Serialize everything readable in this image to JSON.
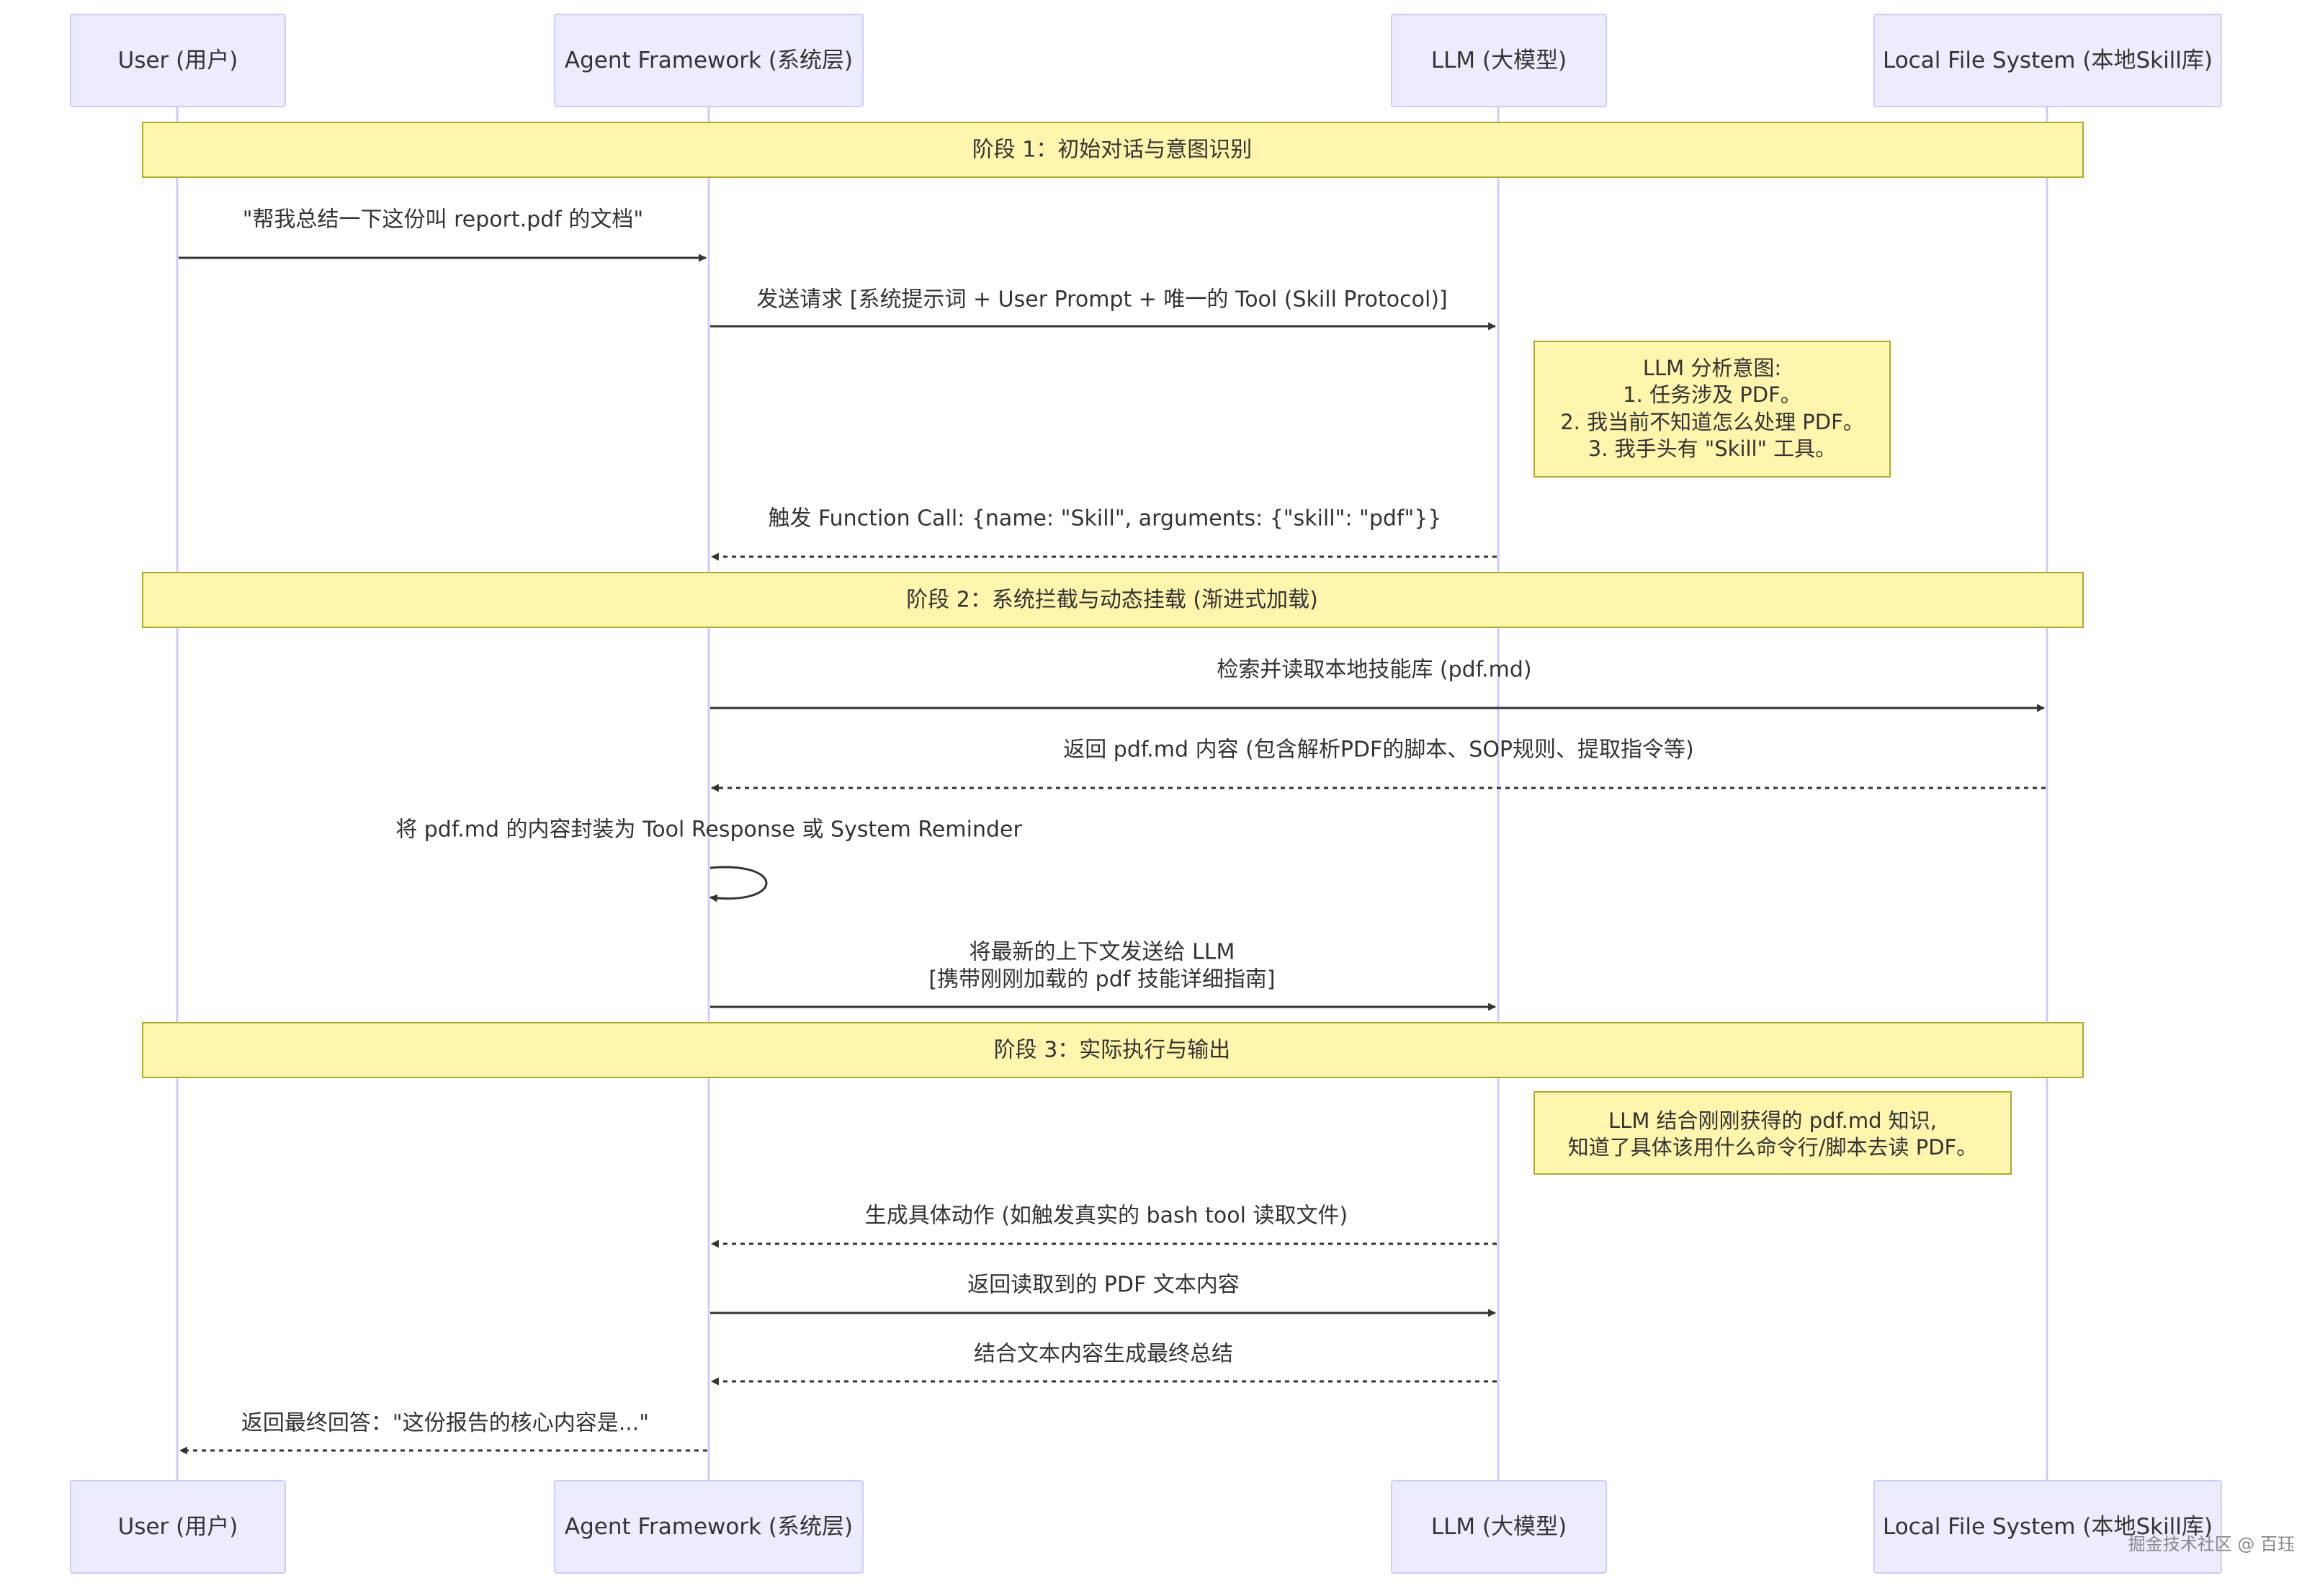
{
  "participants": [
    {
      "id": "user",
      "label": "User (用户)"
    },
    {
      "id": "agent",
      "label": "Agent Framework (系统层)"
    },
    {
      "id": "llm",
      "label": "LLM (大模型)"
    },
    {
      "id": "fs",
      "label": "Local File System (本地Skill库)"
    }
  ],
  "phases": [
    {
      "label": "阶段 1：初始对话与意图识别"
    },
    {
      "label": "阶段 2：系统拦截与动态挂载 (渐进式加载)"
    },
    {
      "label": "阶段 3：实际执行与输出"
    }
  ],
  "messages": [
    {
      "from": "user",
      "to": "agent",
      "style": "solid",
      "lines": [
        "\"帮我总结一下这份叫 report.pdf 的文档\""
      ]
    },
    {
      "from": "agent",
      "to": "llm",
      "style": "solid",
      "lines": [
        "发送请求 [系统提示词 + User Prompt + 唯一的 Tool (Skill Protocol)]"
      ]
    },
    {
      "from": "llm",
      "to": "agent",
      "style": "dashed",
      "lines": [
        "触发 Function Call: {name: \"Skill\", arguments: {\"skill\": \"pdf\"}}"
      ]
    },
    {
      "from": "agent",
      "to": "fs",
      "style": "solid",
      "lines": [
        "检索并读取本地技能库 (pdf.md)"
      ]
    },
    {
      "from": "fs",
      "to": "agent",
      "style": "dashed",
      "lines": [
        "返回 pdf.md 内容 (包含解析PDF的脚本、SOP规则、提取指令等)"
      ]
    },
    {
      "from": "agent",
      "to": "agent",
      "style": "solid",
      "lines": [
        "将 pdf.md 的内容封装为 Tool Response 或 System Reminder"
      ]
    },
    {
      "from": "agent",
      "to": "llm",
      "style": "solid",
      "lines": [
        "将最新的上下文发送给 LLM",
        "[携带刚刚加载的 pdf 技能详细指南]"
      ]
    },
    {
      "from": "llm",
      "to": "agent",
      "style": "dashed",
      "lines": [
        "生成具体动作 (如触发真实的 bash tool 读取文件)"
      ]
    },
    {
      "from": "agent",
      "to": "llm",
      "style": "solid",
      "lines": [
        "返回读取到的 PDF 文本内容"
      ]
    },
    {
      "from": "llm",
      "to": "agent",
      "style": "dashed",
      "lines": [
        "结合文本内容生成最终总结"
      ]
    },
    {
      "from": "agent",
      "to": "user",
      "style": "dashed",
      "lines": [
        "返回最终回答：\"这份报告的核心内容是...\""
      ]
    }
  ],
  "notes": [
    {
      "over": "llm",
      "lines": [
        "LLM 分析意图:",
        "1. 任务涉及 PDF。",
        "2. 我当前不知道怎么处理 PDF。",
        "3. 我手头有 \"Skill\" 工具。"
      ]
    },
    {
      "over": "llm",
      "lines": [
        "LLM 结合刚刚获得的 pdf.md 知识,",
        "知道了具体该用什么命令行/脚本去读 PDF。"
      ]
    }
  ],
  "watermark": "掘金技术社区 @ 百珏",
  "colors": {
    "actor_fill": "#ececff",
    "actor_stroke": "#ccccff",
    "lifeline": "#ccccff",
    "phase_fill": "#fff5ad",
    "phase_stroke": "#aaaa33",
    "note_fill": "#fff5ad",
    "note_stroke": "#aaaa33",
    "text": "#333333",
    "arrow": "#333333"
  }
}
